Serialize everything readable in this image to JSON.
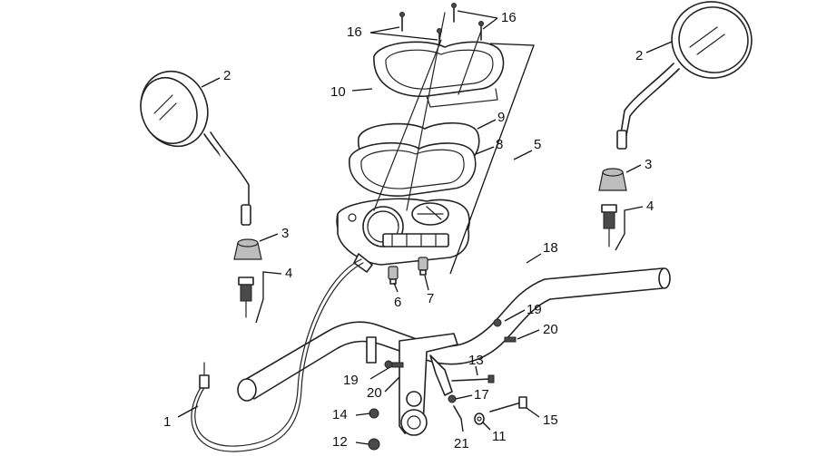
{
  "diagram": {
    "callouts": [
      {
        "id": "c1",
        "label": "1"
      },
      {
        "id": "c2l",
        "label": "2"
      },
      {
        "id": "c2r",
        "label": "2"
      },
      {
        "id": "c3l",
        "label": "3"
      },
      {
        "id": "c3r",
        "label": "3"
      },
      {
        "id": "c4l",
        "label": "4"
      },
      {
        "id": "c4r",
        "label": "4"
      },
      {
        "id": "c5",
        "label": "5"
      },
      {
        "id": "c6",
        "label": "6"
      },
      {
        "id": "c7",
        "label": "7"
      },
      {
        "id": "c8",
        "label": "8"
      },
      {
        "id": "c9",
        "label": "9"
      },
      {
        "id": "c10",
        "label": "10"
      },
      {
        "id": "c11",
        "label": "11"
      },
      {
        "id": "c12",
        "label": "12"
      },
      {
        "id": "c13",
        "label": "13"
      },
      {
        "id": "c14",
        "label": "14"
      },
      {
        "id": "c15",
        "label": "15"
      },
      {
        "id": "c16l",
        "label": "16"
      },
      {
        "id": "c16r",
        "label": "16"
      },
      {
        "id": "c17",
        "label": "17"
      },
      {
        "id": "c18",
        "label": "18"
      },
      {
        "id": "c19l",
        "label": "19"
      },
      {
        "id": "c19r",
        "label": "19"
      },
      {
        "id": "c20l",
        "label": "20"
      },
      {
        "id": "c20r",
        "label": "20"
      },
      {
        "id": "c21",
        "label": "21"
      }
    ]
  }
}
